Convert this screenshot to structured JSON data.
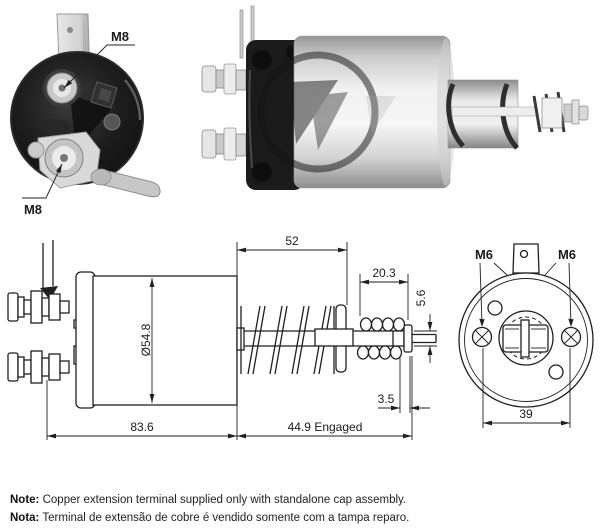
{
  "photo_labels": {
    "m8_upper": "M8",
    "m8_lower": "M8"
  },
  "side_drawing": {
    "dim_top_length": "52",
    "dim_small_spring": "20.3",
    "dim_tip_height": "5.6",
    "dim_body_diameter": "Ø54.8",
    "dim_tip_thickness": "3.5",
    "dim_body_length": "83.6",
    "dim_engaged_length": "44.9 Engaged"
  },
  "end_drawing": {
    "label_m6_left": "M6",
    "label_m6_right": "M6",
    "dim_bolt_spacing": "39"
  },
  "notes": [
    {
      "prefix": "Note:",
      "text": "Copper extension terminal supplied only with standalone cap assembly."
    },
    {
      "prefix": "Nota:",
      "text": "Terminal de extensão de cobre é vendido somente com a tampa reparo."
    }
  ],
  "colors": {
    "line": "#1f1f1f",
    "photo_dark": "#161616",
    "metal_light": "#ececec"
  }
}
